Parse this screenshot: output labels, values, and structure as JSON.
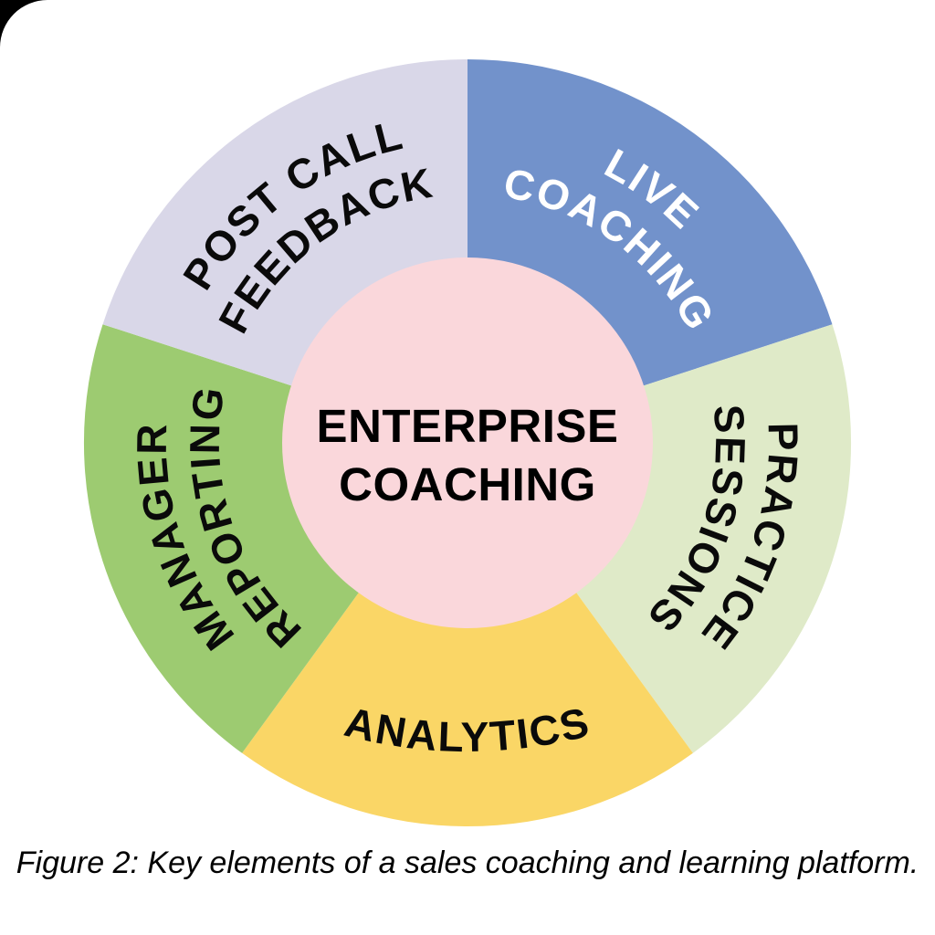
{
  "figure": {
    "caption": "Figure 2: Key elements of a sales coaching and learning platform.",
    "center_color": "#FAD7DB",
    "center_label": {
      "line1": "ENTERPRISE",
      "line2": "COACHING",
      "text_color": "#000000"
    },
    "segments": [
      {
        "name": "Live Coaching",
        "line1": "LIVE",
        "line2": "COACHING",
        "color": "#7292CB",
        "text_color": "#FFFFFF"
      },
      {
        "name": "Practice Sessions",
        "line1": "PRACTICE",
        "line2": "SESSIONS",
        "color": "#DFEAC8",
        "text_color": "#0A0A0A"
      },
      {
        "name": "Analytics",
        "line1": "ANALYTICS",
        "color": "#FAD666",
        "text_color": "#0A0A0A"
      },
      {
        "name": "Manager Reporting",
        "line1": "MANAGER",
        "line2": "REPORTING",
        "color": "#9DCB71",
        "text_color": "#0A0A0A"
      },
      {
        "name": "Post Call Feedback",
        "line1": "POST CALL",
        "line2": "FEEDBACK",
        "color": "#D9D7E8",
        "text_color": "#0A0A0A"
      }
    ]
  }
}
